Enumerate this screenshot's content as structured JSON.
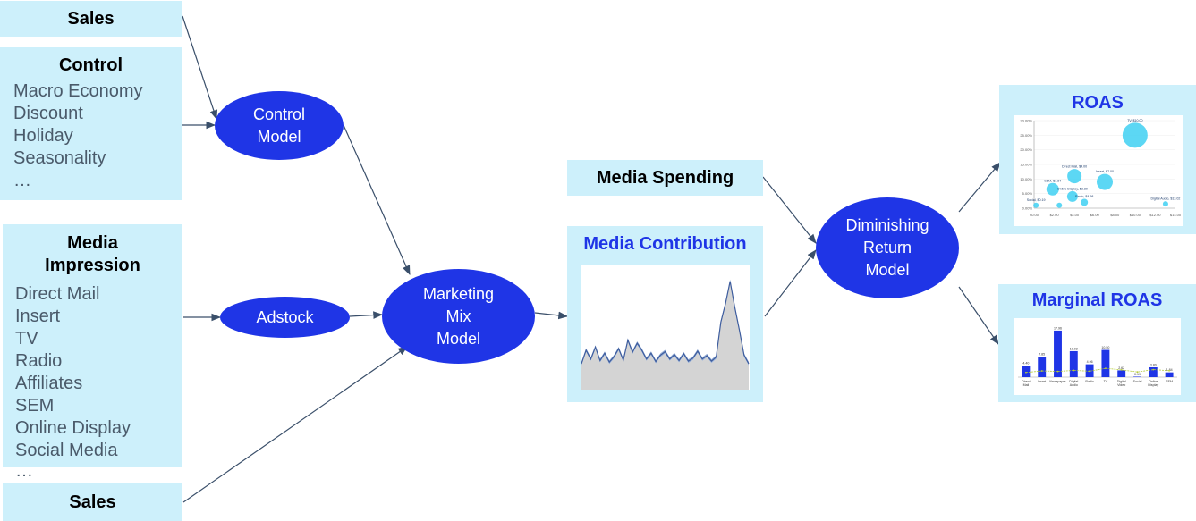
{
  "left": {
    "sales_top": "Sales",
    "control_title": "Control",
    "control_items": [
      "Macro Economy",
      "Discount",
      "Holiday",
      "Seasonality",
      "…"
    ],
    "media_title_1": "Media",
    "media_title_2": "Impression",
    "media_items": [
      "Direct Mail",
      "Insert",
      "TV",
      "Radio",
      "Affiliates",
      "SEM",
      "Online Display",
      "Social Media",
      "…"
    ],
    "sales_bottom": "Sales"
  },
  "nodes": {
    "control_model": "Control\nModel",
    "adstock": "Adstock",
    "marketing_mix_model": "Marketing\nMix\nModel",
    "diminishing_return_model": "Diminishing\nReturn\nModel"
  },
  "middle": {
    "media_spending": "Media Spending",
    "media_contribution": "Media Contribution"
  },
  "right": {
    "roas_title": "ROAS",
    "marginal_roas_title": "Marginal ROAS"
  },
  "colors": {
    "node": "#1f35e6",
    "box": "#cdf0fb",
    "bubble": "#3fd0f2"
  },
  "chart_data": [
    {
      "type": "scatter",
      "title": "ROAS",
      "x_tick_labels": [
        "$0.00",
        "$2.00",
        "$4.00",
        "$6.00",
        "$8.00",
        "$10.00",
        "$12.00",
        "$14.00"
      ],
      "y_tick_labels": [
        "0.00%",
        "5.00%",
        "10.00%",
        "15.00%",
        "20.00%",
        "25.00%",
        "30.00%"
      ],
      "xlim": [
        0,
        14
      ],
      "ylim": [
        0,
        30
      ],
      "points": [
        {
          "label": "TV, $10.00",
          "x": 10.0,
          "y": 25.0,
          "size": 14
        },
        {
          "label": "Direct Mail, $4.00",
          "x": 4.0,
          "y": 11.0,
          "size": 8
        },
        {
          "label": "Insert, $7.00",
          "x": 7.0,
          "y": 9.0,
          "size": 9
        },
        {
          "label": "SEM, $1.84",
          "x": 1.84,
          "y": 6.5,
          "size": 7
        },
        {
          "label": "Online Display, $3.80",
          "x": 3.8,
          "y": 4.0,
          "size": 6
        },
        {
          "label": "Radio, $4.98",
          "x": 4.98,
          "y": 2.0,
          "size": 4
        },
        {
          "label": "Social, $0.19",
          "x": 0.19,
          "y": 1.0,
          "size": 3
        },
        {
          "label": "Digital Audio, $13.02",
          "x": 13.02,
          "y": 1.5,
          "size": 3
        },
        {
          "label": "",
          "x": 2.5,
          "y": 1.0,
          "size": 3
        }
      ]
    },
    {
      "type": "bar",
      "title": "Marginal ROAS",
      "categories": [
        "Direct Mail",
        "Insert",
        "Newspaper",
        "Digital Audio",
        "Radio",
        "TV",
        "Digital Video",
        "Social",
        "Online Display",
        "SEM"
      ],
      "values": [
        4.4,
        7.85,
        17.96,
        10.02,
        4.96,
        10.5,
        2.62,
        0.19,
        3.8,
        1.84
      ],
      "value_labels": [
        "4.40",
        "7.85",
        "17.96",
        "10.02",
        "4.96",
        "10.50",
        "2.62",
        "0.19",
        "3.80",
        "1.84"
      ],
      "line_values": [
        1.8,
        2.4,
        2.2,
        2.6,
        2.3,
        3.4,
        2.8,
        2.0,
        2.9,
        2.5
      ],
      "ylim": [
        0,
        20
      ]
    },
    {
      "type": "area",
      "title": "Media Contribution",
      "values": [
        4.5,
        7.2,
        5.4,
        7.8,
        5.1,
        6.6,
        4.8,
        5.9,
        7.5,
        5.2,
        9.2,
        6.8,
        8.6,
        7.2,
        5.4,
        6.6,
        4.9,
        6.2,
        6.9,
        5.4,
        6.3,
        5.1,
        6.5,
        5.0,
        5.6,
        7.0,
        5.4,
        6.1,
        5.0,
        5.8,
        12.8,
        16.5,
        21.0,
        15.8,
        11.2,
        6.2,
        4.5
      ],
      "ylim": [
        0,
        24
      ]
    }
  ]
}
